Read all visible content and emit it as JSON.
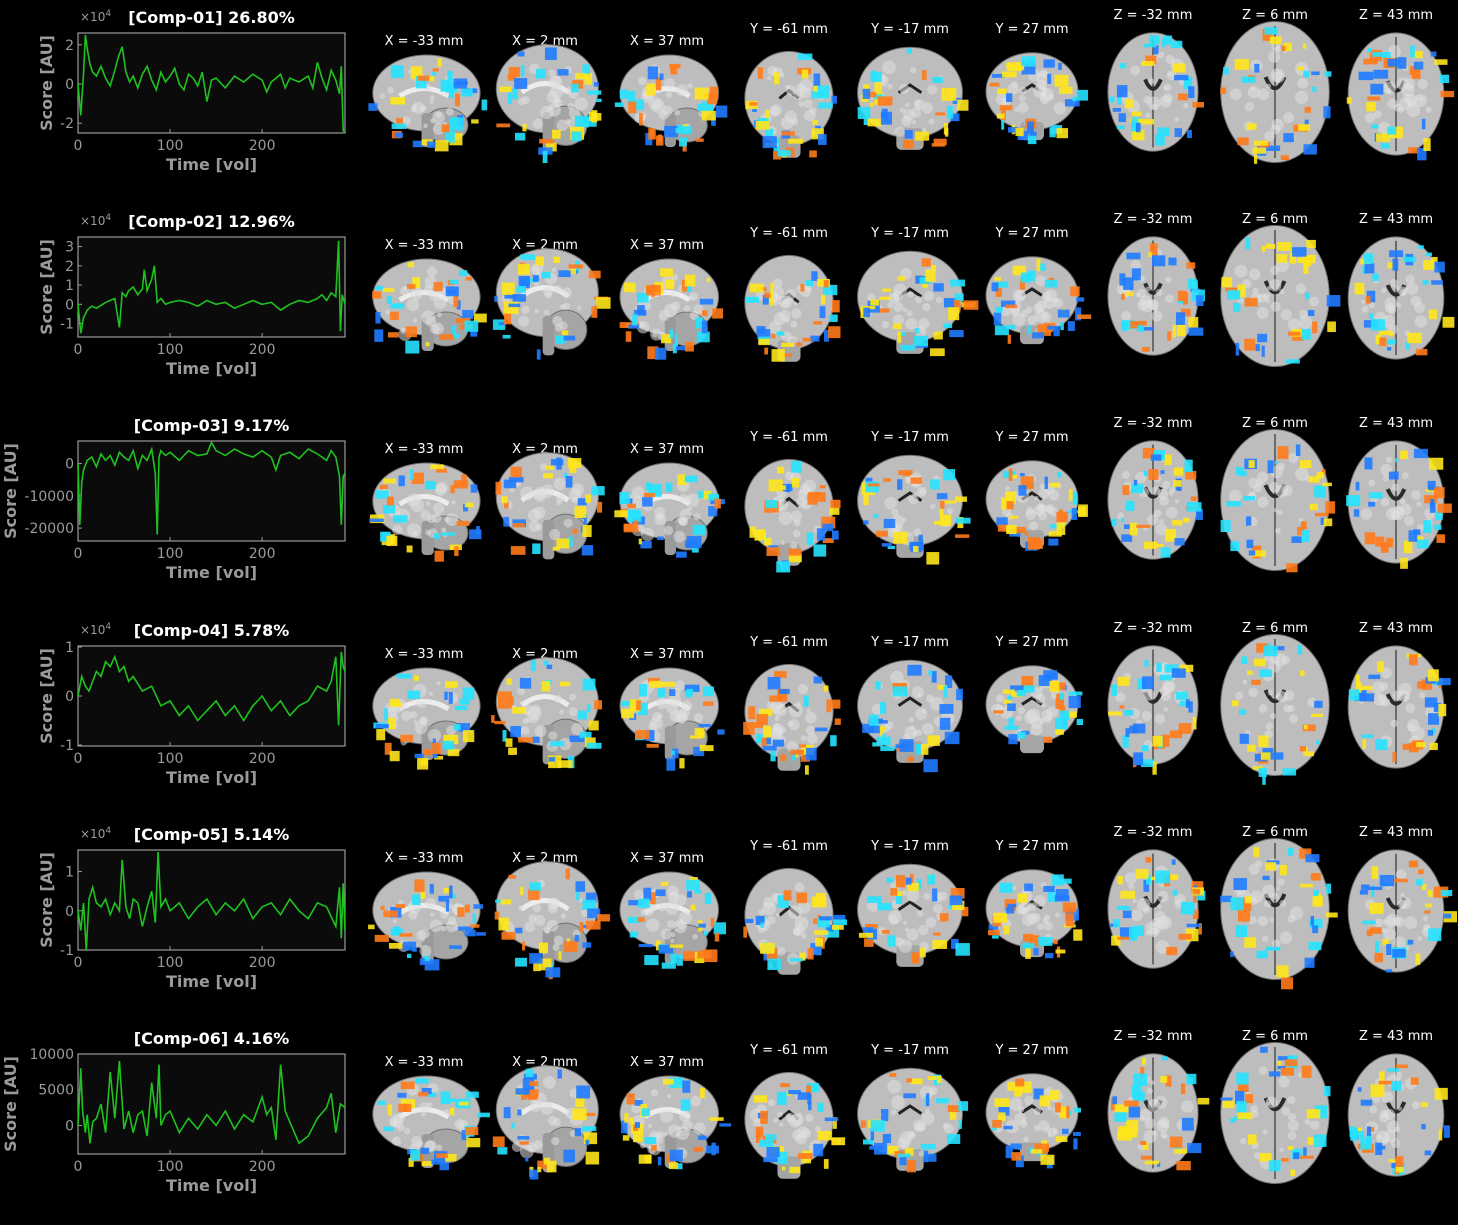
{
  "colors": {
    "background": "#000000",
    "plot_bg": "#0b0b0b",
    "axis": "#9a9a9a",
    "trace": "#1fc21f",
    "overlay_pos": "#ff7a1a",
    "overlay_pos_hi": "#ffe61a",
    "overlay_neg": "#1f7bff",
    "overlay_neg_hi": "#25e2ff"
  },
  "slice_labels": [
    "X = -33 mm",
    "X = 2 mm",
    "X = 37 mm",
    "Y = -61 mm",
    "Y = -17 mm",
    "Y = 27 mm",
    "Z = -32 mm",
    "Z = 6 mm",
    "Z = 43 mm"
  ],
  "slice_views": [
    "sagittal",
    "sagittal",
    "sagittal",
    "coronal",
    "coronal",
    "coronal",
    "axial",
    "axial",
    "axial"
  ],
  "chart_data": [
    {
      "type": "line",
      "title": "[Comp-01] 26.80%",
      "xlabel": "Time [vol]",
      "ylabel": "Score [AU]",
      "exponent": "×10",
      "exponent_power": "4",
      "xlim": [
        0,
        290
      ],
      "ylim": [
        -2.5,
        2.6
      ],
      "xticks": [
        0,
        100,
        200
      ],
      "yticks": [
        -2,
        0,
        2
      ],
      "ytick_labels": [
        "-2",
        "0",
        "2"
      ],
      "grid": false,
      "series": [
        {
          "x": [
            0,
            3,
            6,
            8,
            10,
            13,
            16,
            20,
            25,
            30,
            35,
            40,
            44,
            48,
            52,
            56,
            60,
            65,
            70,
            75,
            80,
            85,
            90,
            95,
            100,
            105,
            110,
            115,
            120,
            125,
            130,
            135,
            140,
            145,
            150,
            160,
            170,
            180,
            190,
            200,
            205,
            210,
            215,
            220,
            225,
            230,
            240,
            250,
            255,
            260,
            265,
            270,
            275,
            280,
            284,
            286,
            288,
            290
          ],
          "y": [
            0,
            -1.6,
            0.5,
            2.5,
            1.8,
            1.0,
            0.6,
            0.4,
            0.9,
            0.3,
            -0.1,
            0.7,
            1.4,
            1.9,
            0.6,
            0.1,
            0.4,
            -0.2,
            0.5,
            0.9,
            0.2,
            -0.3,
            0.6,
            0.1,
            0.4,
            0.8,
            0.0,
            -0.3,
            0.5,
            0.3,
            -0.1,
            0.6,
            -0.9,
            0.2,
            0.3,
            -0.2,
            0.4,
            0.1,
            0.5,
            0.2,
            -0.4,
            0.1,
            0.3,
            0.5,
            -0.2,
            0.3,
            0.1,
            0.4,
            -0.2,
            1.1,
            0.3,
            -0.3,
            0.7,
            0.2,
            -0.5,
            0.9,
            -2.4,
            -2.4
          ]
        }
      ]
    },
    {
      "type": "line",
      "title": "[Comp-02] 12.96%",
      "xlabel": "Time [vol]",
      "ylabel": "Score [AU]",
      "exponent": "×10",
      "exponent_power": "4",
      "xlim": [
        0,
        290
      ],
      "ylim": [
        -1.7,
        3.5
      ],
      "xticks": [
        0,
        100,
        200
      ],
      "yticks": [
        -1,
        0,
        1,
        2,
        3
      ],
      "ytick_labels": [
        "-1",
        "0",
        "1",
        "2",
        "3"
      ],
      "grid": false,
      "series": [
        {
          "x": [
            0,
            3,
            6,
            10,
            15,
            20,
            30,
            40,
            45,
            48,
            52,
            55,
            60,
            65,
            70,
            72,
            75,
            80,
            83,
            86,
            90,
            95,
            100,
            110,
            120,
            130,
            140,
            150,
            160,
            170,
            180,
            190,
            200,
            210,
            220,
            230,
            240,
            250,
            260,
            265,
            270,
            275,
            280,
            283,
            285,
            287,
            290
          ],
          "y": [
            0,
            -1.5,
            -0.7,
            -0.3,
            -0.1,
            -0.2,
            0.1,
            0.3,
            -1.2,
            0.6,
            0.4,
            0.7,
            0.9,
            0.5,
            0.8,
            1.8,
            0.7,
            1.3,
            2.0,
            0.1,
            0.3,
            0.0,
            0.1,
            0.2,
            0.1,
            -0.1,
            0.2,
            0.0,
            0.1,
            -0.2,
            0.0,
            0.2,
            0.0,
            0.1,
            -0.3,
            0.0,
            0.2,
            0.1,
            0.3,
            0.5,
            0.2,
            0.6,
            0.4,
            3.3,
            -1.4,
            0.5,
            0.0
          ]
        }
      ]
    },
    {
      "type": "line",
      "title": "[Comp-03] 9.17%",
      "xlabel": "Time [vol]",
      "ylabel": "Score [AU]",
      "exponent": "",
      "exponent_power": "",
      "xlim": [
        0,
        290
      ],
      "ylim": [
        -24000,
        7000
      ],
      "xticks": [
        0,
        100,
        200
      ],
      "yticks": [
        -20000,
        -10000,
        0
      ],
      "ytick_labels": [
        "-20000",
        "-10000",
        "0"
      ],
      "grid": false,
      "series": [
        {
          "x": [
            0,
            2,
            4,
            6,
            10,
            15,
            20,
            25,
            30,
            35,
            40,
            45,
            50,
            55,
            60,
            65,
            70,
            75,
            80,
            84,
            86,
            88,
            90,
            95,
            100,
            110,
            120,
            130,
            140,
            145,
            150,
            160,
            170,
            180,
            190,
            200,
            210,
            215,
            220,
            230,
            240,
            250,
            260,
            270,
            275,
            280,
            284,
            286,
            288,
            290
          ],
          "y": [
            0,
            -19000,
            -6000,
            -2000,
            1000,
            2000,
            -1000,
            3000,
            1000,
            2500,
            -500,
            3500,
            2000,
            1000,
            4000,
            -1500,
            2500,
            1000,
            4500,
            -3000,
            -22000,
            2000,
            4000,
            2500,
            3500,
            1000,
            4000,
            2500,
            3000,
            6500,
            4000,
            2500,
            4500,
            3000,
            2000,
            4000,
            2000,
            -2000,
            2500,
            3500,
            1500,
            4500,
            3000,
            1000,
            4000,
            2000,
            -4000,
            -19000,
            -4000,
            -3000
          ]
        }
      ]
    },
    {
      "type": "line",
      "title": "[Comp-04] 5.78%",
      "xlabel": "Time [vol]",
      "ylabel": "Score [AU]",
      "exponent": "×10",
      "exponent_power": "4",
      "xlim": [
        0,
        290
      ],
      "ylim": [
        -1.02,
        1.02
      ],
      "xticks": [
        0,
        100,
        200
      ],
      "yticks": [
        -1,
        0,
        1
      ],
      "ytick_labels": [
        "-1",
        "0",
        "1"
      ],
      "grid": false,
      "series": [
        {
          "x": [
            0,
            4,
            8,
            12,
            16,
            20,
            25,
            30,
            35,
            40,
            45,
            50,
            55,
            60,
            70,
            80,
            90,
            100,
            110,
            120,
            130,
            140,
            150,
            160,
            170,
            180,
            190,
            200,
            210,
            220,
            230,
            240,
            250,
            260,
            270,
            275,
            280,
            283,
            286,
            288,
            290
          ],
          "y": [
            0,
            0.4,
            0.2,
            0.1,
            0.3,
            0.5,
            0.4,
            0.7,
            0.6,
            0.8,
            0.5,
            0.6,
            0.3,
            0.4,
            0.1,
            0.2,
            -0.2,
            -0.1,
            -0.4,
            -0.2,
            -0.5,
            -0.3,
            -0.1,
            -0.4,
            -0.2,
            -0.5,
            -0.2,
            0.0,
            -0.3,
            -0.1,
            -0.4,
            -0.2,
            -0.1,
            0.2,
            0.1,
            0.3,
            0.8,
            -0.6,
            0.9,
            0.6,
            0.5
          ]
        }
      ]
    },
    {
      "type": "line",
      "title": "[Comp-05] 5.14%",
      "xlabel": "Time [vol]",
      "ylabel": "Score [AU]",
      "exponent": "×10",
      "exponent_power": "4",
      "xlim": [
        0,
        290
      ],
      "ylim": [
        -1.0,
        1.55
      ],
      "xticks": [
        0,
        100,
        200
      ],
      "yticks": [
        -1,
        0,
        1
      ],
      "ytick_labels": [
        "-1",
        "0",
        "1"
      ],
      "grid": false,
      "series": [
        {
          "x": [
            0,
            3,
            6,
            9,
            12,
            16,
            20,
            25,
            30,
            35,
            40,
            45,
            48,
            52,
            56,
            60,
            65,
            70,
            75,
            80,
            84,
            87,
            90,
            95,
            100,
            110,
            120,
            130,
            140,
            150,
            160,
            170,
            180,
            190,
            200,
            210,
            220,
            230,
            240,
            250,
            260,
            270,
            280,
            284,
            286,
            288,
            290
          ],
          "y": [
            0,
            -0.5,
            0.2,
            -1.0,
            0.3,
            0.6,
            0.2,
            0.1,
            0.3,
            -0.1,
            0.2,
            0.0,
            1.3,
            0.1,
            -0.2,
            0.3,
            0.2,
            -0.4,
            0.1,
            0.5,
            -0.3,
            1.5,
            0.1,
            0.3,
            0.0,
            0.2,
            -0.2,
            0.1,
            0.3,
            -0.1,
            0.2,
            0.0,
            0.3,
            -0.2,
            0.1,
            0.2,
            -0.1,
            0.3,
            0.0,
            -0.2,
            0.2,
            0.1,
            -0.4,
            0.6,
            -0.7,
            0.7,
            -0.5
          ]
        }
      ]
    },
    {
      "type": "line",
      "title": "[Comp-06] 4.16%",
      "xlabel": "Time [vol]",
      "ylabel": "Score [AU]",
      "exponent": "",
      "exponent_power": "",
      "xlim": [
        0,
        290
      ],
      "ylim": [
        -4000,
        10000
      ],
      "xticks": [
        0,
        100,
        200
      ],
      "yticks": [
        0,
        5000,
        10000
      ],
      "ytick_labels": [
        "0",
        "5000",
        "10000"
      ],
      "grid": false,
      "series": [
        {
          "x": [
            0,
            3,
            5,
            8,
            10,
            13,
            16,
            20,
            25,
            30,
            35,
            40,
            45,
            50,
            55,
            60,
            65,
            70,
            75,
            80,
            85,
            88,
            90,
            95,
            100,
            110,
            120,
            130,
            140,
            150,
            160,
            170,
            180,
            190,
            200,
            205,
            210,
            215,
            220,
            225,
            230,
            240,
            250,
            260,
            270,
            275,
            280,
            285,
            290
          ],
          "y": [
            0,
            8000,
            2000,
            -1000,
            1500,
            -2500,
            500,
            1000,
            3000,
            -1000,
            7500,
            1000,
            9000,
            -500,
            2000,
            -1000,
            1500,
            2000,
            -1500,
            6000,
            1000,
            8500,
            0,
            1500,
            2000,
            -1000,
            1000,
            -500,
            1500,
            0,
            2000,
            -500,
            1500,
            500,
            4000,
            1500,
            2500,
            -2000,
            8500,
            2000,
            500,
            -2500,
            -1500,
            1000,
            2500,
            4500,
            -1000,
            3000,
            2500
          ]
        }
      ]
    }
  ]
}
